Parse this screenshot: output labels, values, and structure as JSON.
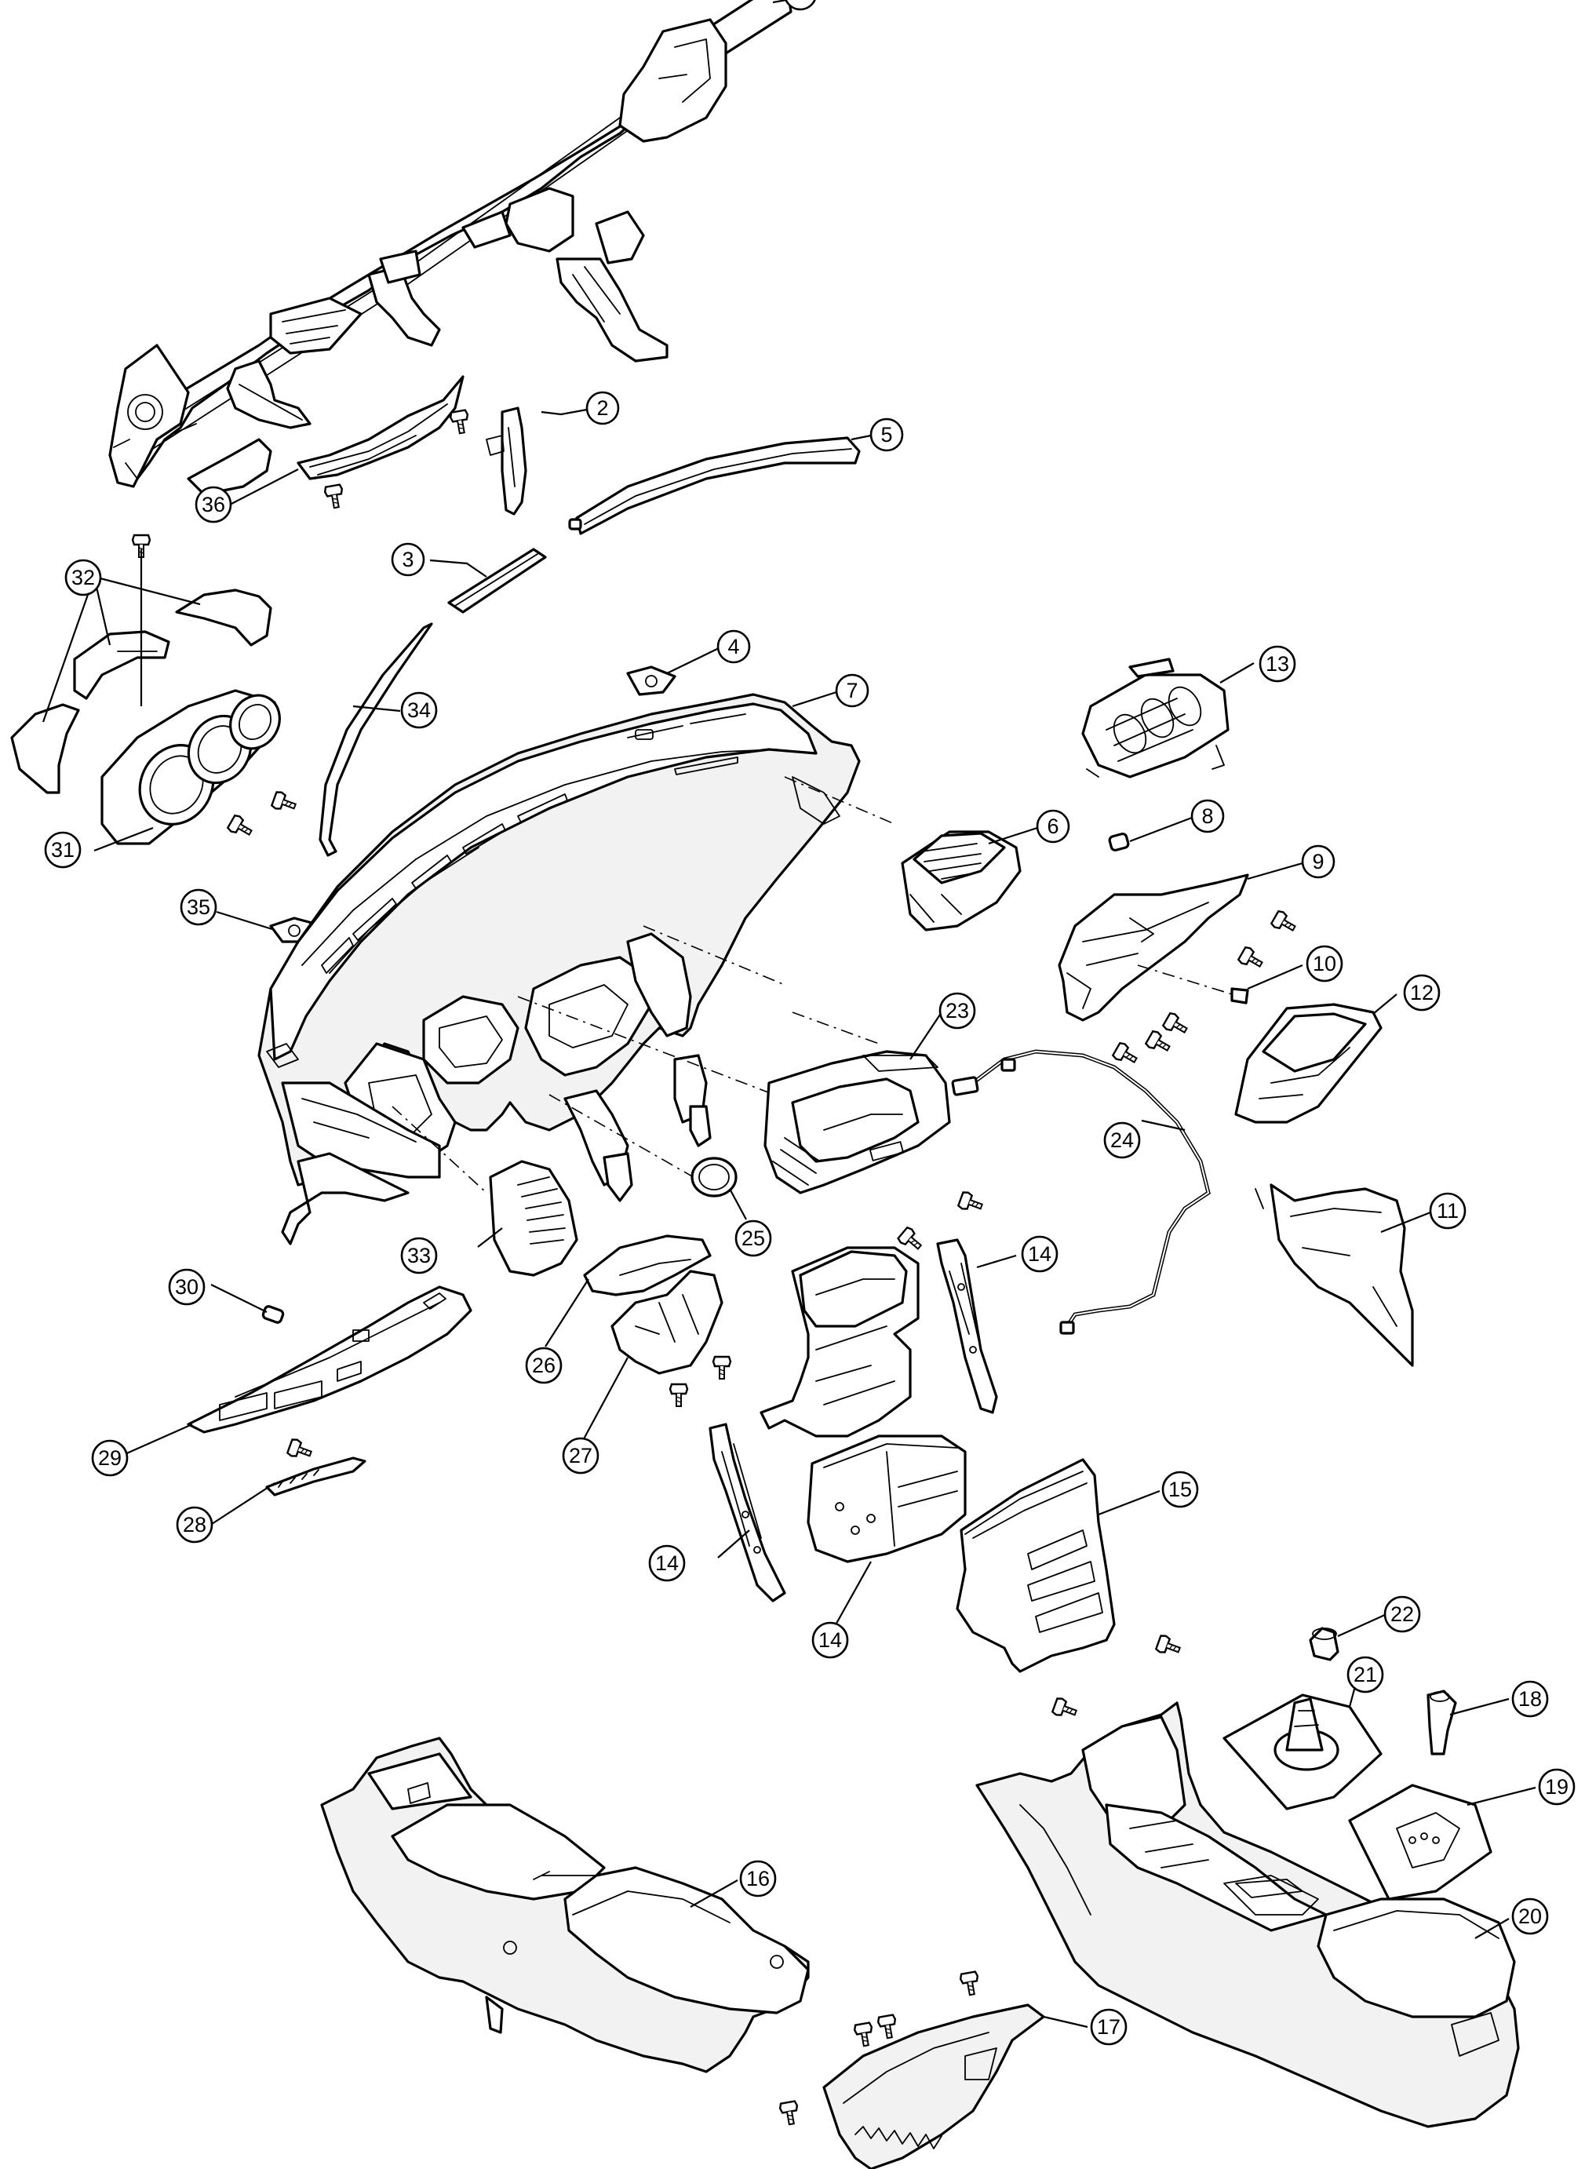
{
  "callouts": [
    {
      "id": "1",
      "label": ""
    },
    {
      "id": "2",
      "label": "2"
    },
    {
      "id": "3",
      "label": "3"
    },
    {
      "id": "4",
      "label": "4"
    },
    {
      "id": "5",
      "label": "5"
    },
    {
      "id": "6",
      "label": "6"
    },
    {
      "id": "7",
      "label": "7"
    },
    {
      "id": "8",
      "label": "8"
    },
    {
      "id": "9",
      "label": "9"
    },
    {
      "id": "10",
      "label": "10"
    },
    {
      "id": "11",
      "label": "11"
    },
    {
      "id": "12",
      "label": "12"
    },
    {
      "id": "13",
      "label": "13"
    },
    {
      "id": "14a",
      "label": "14"
    },
    {
      "id": "14b",
      "label": "14"
    },
    {
      "id": "14c",
      "label": "14"
    },
    {
      "id": "15",
      "label": "15"
    },
    {
      "id": "16",
      "label": "16"
    },
    {
      "id": "17",
      "label": "17"
    },
    {
      "id": "18",
      "label": "18"
    },
    {
      "id": "19",
      "label": "19"
    },
    {
      "id": "20",
      "label": "20"
    },
    {
      "id": "21",
      "label": "21"
    },
    {
      "id": "22",
      "label": "22"
    },
    {
      "id": "23",
      "label": "23"
    },
    {
      "id": "24",
      "label": "24"
    },
    {
      "id": "25",
      "label": "25"
    },
    {
      "id": "26",
      "label": "26"
    },
    {
      "id": "27",
      "label": "27"
    },
    {
      "id": "28",
      "label": "28"
    },
    {
      "id": "29",
      "label": "29"
    },
    {
      "id": "30",
      "label": "30"
    },
    {
      "id": "31",
      "label": "31"
    },
    {
      "id": "32",
      "label": "32"
    },
    {
      "id": "33",
      "label": "33"
    },
    {
      "id": "34",
      "label": "34"
    },
    {
      "id": "35",
      "label": "35"
    },
    {
      "id": "36",
      "label": "36"
    }
  ]
}
